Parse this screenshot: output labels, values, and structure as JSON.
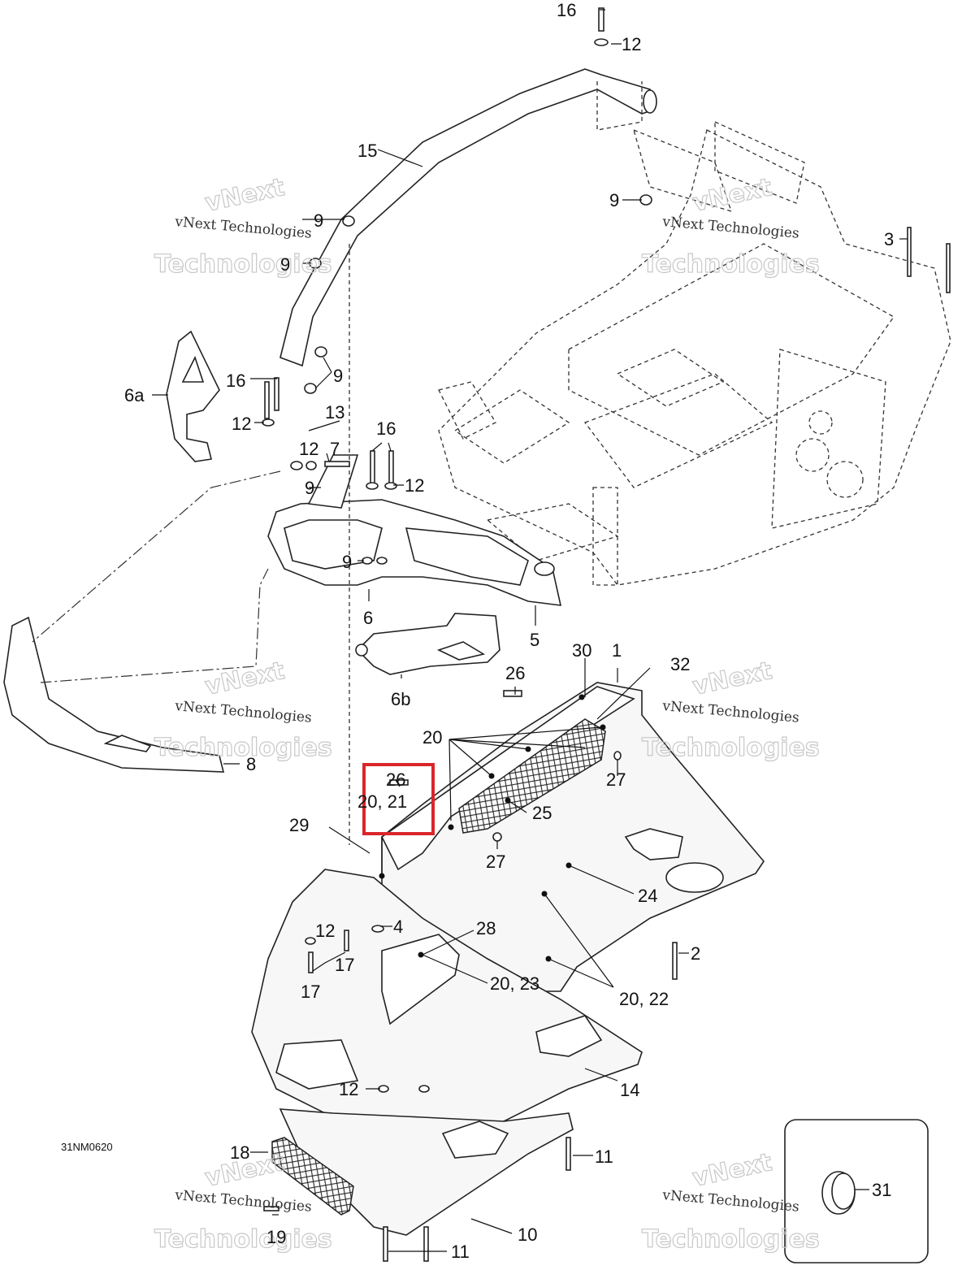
{
  "watermark": {
    "line1": "vNext Technologies",
    "line2": "vNext",
    "line3": "Technologies"
  },
  "drawing_code": "31NM0620",
  "callouts": {
    "c1": "1",
    "c2": "2",
    "c3": "3",
    "c4": "4",
    "c5": "5",
    "c6": "6",
    "c6a": "6a",
    "c6b": "6b",
    "c7": "7",
    "c8": "8",
    "c9a": "9",
    "c9b": "9",
    "c9c": "9",
    "c9d": "9",
    "c9e": "9",
    "c9f": "9",
    "c10": "10",
    "c11a": "11",
    "c11b": "11",
    "c12a": "12",
    "c12b": "12",
    "c12c": "12",
    "c12d": "12",
    "c12e": "12",
    "c12f": "12",
    "c13": "13",
    "c14": "14",
    "c15": "15",
    "c16a": "16",
    "c16b": "16",
    "c16c": "16",
    "c17a": "17",
    "c17b": "17",
    "c18": "18",
    "c19": "19",
    "c20": "20",
    "c20_21": "20, 21",
    "c20_22": "20, 22",
    "c20_23": "20, 23",
    "c24": "24",
    "c25": "25",
    "c26a": "26",
    "c26b": "26",
    "c27a": "27",
    "c27b": "27",
    "c28": "28",
    "c29": "29",
    "c30": "30",
    "c31": "31",
    "c32": "32"
  },
  "highlight": {
    "color": "#d9262a",
    "target_label": "20, 21"
  }
}
